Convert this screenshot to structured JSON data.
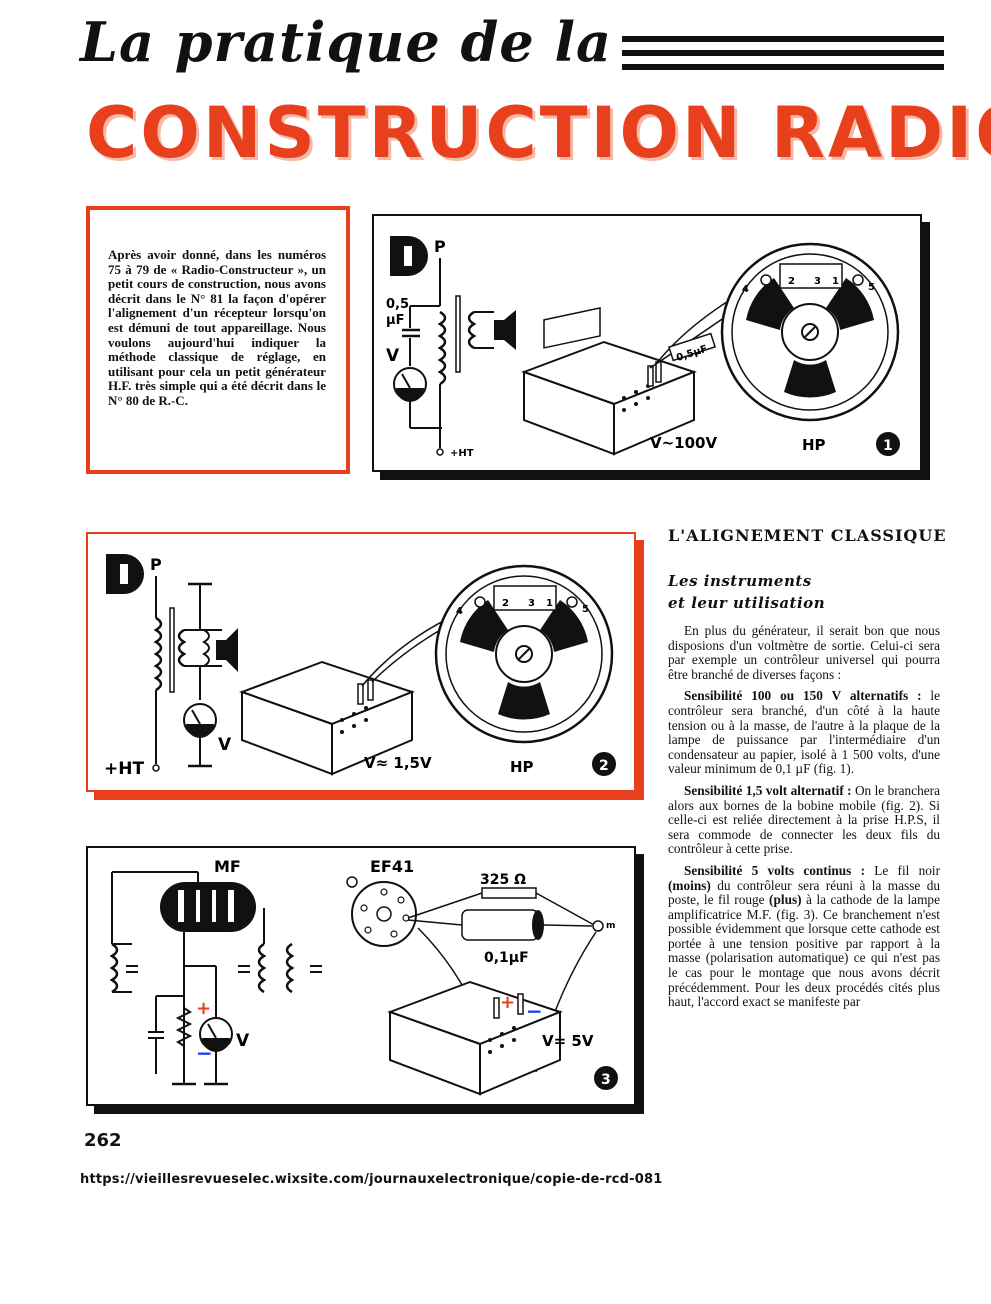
{
  "header": {
    "script_title": "La pratique de la",
    "main_title": "CONSTRUCTION RADIO"
  },
  "intro": {
    "text": "Après avoir donné, dans les numéros 75 à 79 de « Radio-Constructeur », un petit cours de construction, nous avons décrit dans le N° 81 la façon d'opérer l'alignement d'un récepteur lorsqu'on est démuni de tout appareillage. Nous voulons aujourd'hui indiquer la méthode classique de réglage, en utilisant pour cela un petit générateur H.F. très simple qui a été décrit dans le N° 80 de R.-C."
  },
  "fig1": {
    "p": "P",
    "cap": "0,5",
    "cap_unit": "µF",
    "v": "V",
    "ht": "+HT",
    "cap_label": "0,5µF",
    "meter_label": "V~100V",
    "hp": "HP",
    "num": "1",
    "term1": "1",
    "term2": "2",
    "term3": "3",
    "term4": "4",
    "term5": "5"
  },
  "fig2": {
    "p": "P",
    "v": "V",
    "ht": "+HT",
    "meter_label": "V≈ 1,5V",
    "hp": "HP",
    "num": "2",
    "term1": "1",
    "term2": "2",
    "term3": "3",
    "term4": "4",
    "term5": "5"
  },
  "fig3": {
    "mf": "MF",
    "tube": "EF41",
    "resistor": "325 Ω",
    "cap": "0,1µF",
    "v": "V",
    "plus": "+",
    "minus": "−",
    "meter_label": "V= 5V",
    "num": "3",
    "m": "m"
  },
  "article": {
    "section_title": "L'ALIGNEMENT CLASSIQUE",
    "subtitle_1": "Les instruments",
    "subtitle_2": "et leur utilisation",
    "p1": "En plus du générateur, il serait bon que nous disposions d'un voltmètre de sortie. Celui-ci sera par exemple un contrôleur universel qui pourra être branché de diverses façons :",
    "p2_bold": "Sensibilité 100 ou 150 V alternatifs :",
    "p2": " le contrôleur sera branché, d'un côté à la haute tension ou à la masse, de l'autre à la plaque de la lampe de puissance par l'intermédiaire d'un condensateur au papier, isolé à 1 500 volts, d'une valeur minimum de 0,1 µF (fig. 1).",
    "p3_bold": "Sensibilité 1,5 volt alternatif :",
    "p3": " On le branchera alors aux bornes de la bobine mobile (fig. 2). Si celle-ci est reliée directement à la prise H.P.S, il sera commode de connecter les deux fils du contrôleur à cette prise.",
    "p4_bold": "Sensibilité 5 volts continus :",
    "p4a": " Le fil noir ",
    "p4_b1": "(moins)",
    "p4b": " du contrôleur sera réuni à la masse du poste, le fil rouge ",
    "p4_b2": "(plus)",
    "p4c": " à la cathode de la lampe amplificatrice M.F. (fig. 3). Ce branchement n'est possible évidemment que lorsque cette cathode est portée à une tension positive par rapport à la masse (polarisation automatique) ce qui n'est pas le cas pour le montage que nous avons décrit précédemment. Pour les deux procédés cités plus haut, l'accord exact se manifeste par"
  },
  "footer": {
    "page_number": "262",
    "url": "https://vieillesrevueselec.wixsite.com/journauxelectronique/copie-de-rcd-081"
  },
  "colors": {
    "accent_red": "#e8401c",
    "ink": "#111111"
  }
}
